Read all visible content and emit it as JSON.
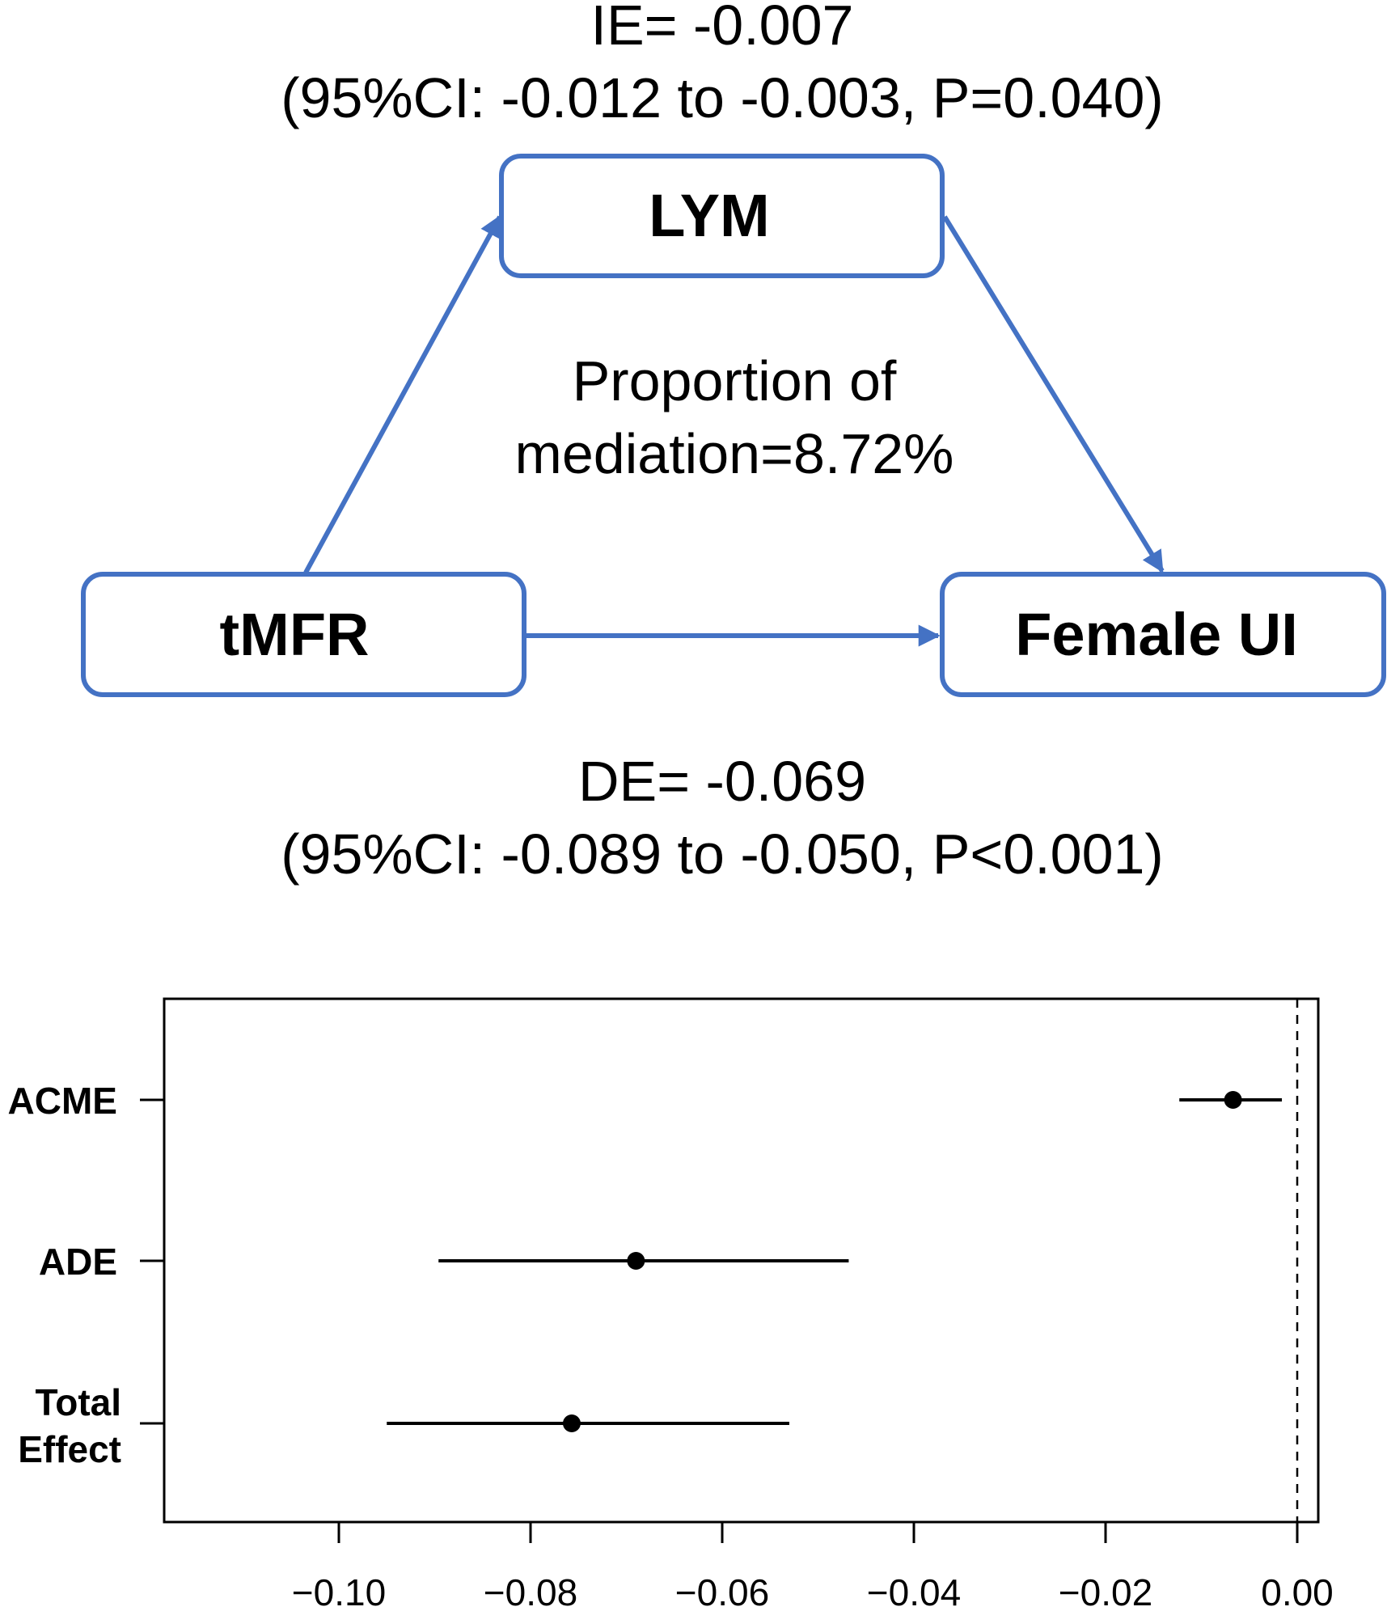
{
  "diagram": {
    "indirect_effect": "IE= -0.007",
    "indirect_ci": "(95%CI: -0.012 to -0.003, P=0.040)",
    "proportion_line1": "Proportion of",
    "proportion_line2": "mediation=8.72%",
    "direct_effect": "DE= -0.069",
    "direct_ci": "(95%CI: -0.089 to -0.050, P<0.001)",
    "nodes": {
      "mediator": "LYM",
      "exposure": "tMFR",
      "outcome": "Female UI"
    },
    "accent_color": "#4472c4"
  },
  "chart_data": {
    "type": "scatter",
    "orientation": "horizontal",
    "title": "",
    "xlabel": "",
    "ylabel": "",
    "xlim": [
      -0.118,
      0.002
    ],
    "x_ticks": [
      -0.1,
      -0.08,
      -0.06,
      -0.04,
      -0.02,
      0.0
    ],
    "x_tick_labels": [
      "−0.10",
      "−0.08",
      "−0.06",
      "−0.04",
      "−0.02",
      "0.00"
    ],
    "reference_line": 0.0,
    "grid": false,
    "points": [
      {
        "label": "ACME",
        "estimate": -0.0067,
        "lower": -0.0123,
        "upper": -0.0016
      },
      {
        "label": "ADE",
        "estimate": -0.069,
        "lower": -0.0896,
        "upper": -0.0468
      },
      {
        "label_lines": [
          "Total",
          "Effect"
        ],
        "estimate": -0.0757,
        "lower": -0.095,
        "upper": -0.053
      }
    ]
  }
}
